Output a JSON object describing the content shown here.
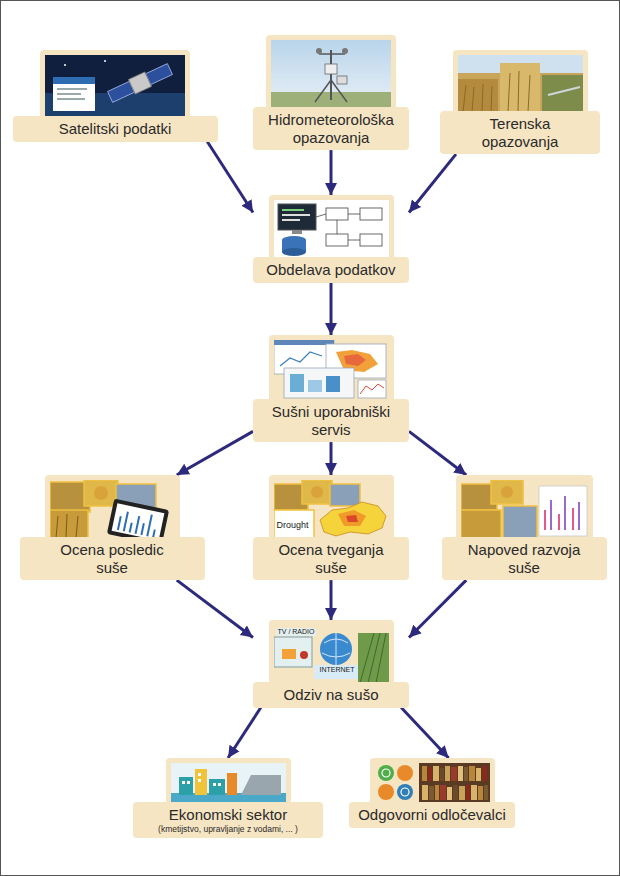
{
  "diagram": {
    "nodes": [
      {
        "text": [
          "Satelitski podatki"
        ]
      },
      {
        "text": [
          "Hidrometeorološka opazovanja"
        ]
      },
      {
        "text": [
          "Terenska opazovanja"
        ]
      },
      {
        "text": [
          "Obdelava podatkov"
        ]
      },
      {
        "text": [
          "Sušni uporabniški servis"
        ]
      },
      {
        "text": [
          "Ocena posledic suše"
        ]
      },
      {
        "text": [
          "Ocena tveganja suše"
        ]
      },
      {
        "text": [
          "Napoved razvoja suše"
        ]
      },
      {
        "text": [
          "Odziv na sušo"
        ]
      },
      {
        "text": [
          "Ekonomski sektor",
          "(kmetijstvo, upravljanje z vodami, ... )"
        ]
      },
      {
        "text": [
          "Odgovorni odločevalci"
        ]
      }
    ],
    "edges": [
      {
        "from": 0,
        "to": 3,
        "arrow": "to"
      },
      {
        "from": 1,
        "to": 3,
        "arrow": "to"
      },
      {
        "from": 2,
        "to": 3,
        "arrow": "to"
      },
      {
        "from": 3,
        "to": 4,
        "arrow": "to"
      },
      {
        "from": 4,
        "to": 5,
        "arrow": "to"
      },
      {
        "from": 4,
        "to": 6,
        "arrow": "to"
      },
      {
        "from": 4,
        "to": 7,
        "arrow": "to"
      },
      {
        "from": 5,
        "to": 8,
        "arrow": "to"
      },
      {
        "from": 6,
        "to": 8,
        "arrow": "to"
      },
      {
        "from": 7,
        "to": 8,
        "arrow": "to"
      },
      {
        "from": 8,
        "to": 9,
        "arrow": "to"
      },
      {
        "from": 8,
        "to": 10,
        "arrow": "to"
      }
    ],
    "labels": [
      "Drought",
      "TV / RADIO",
      "INTERNET"
    ]
  }
}
